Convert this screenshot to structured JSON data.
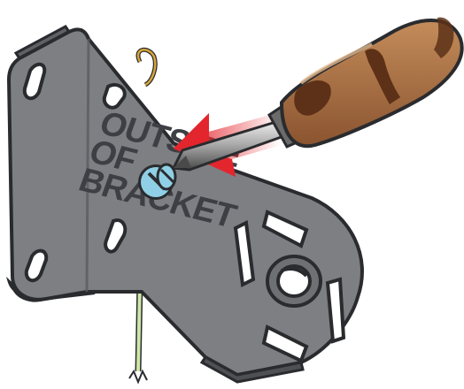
{
  "illustration": {
    "bracket_text": {
      "line1": "OUTSIDE",
      "line2": "OF",
      "line3": "BRACKET"
    },
    "colors": {
      "bracket_face": "#7d7f83",
      "bracket_side": "#5f6165",
      "bracket_edge": "#2a2b2e",
      "screw": "#8fd0e6",
      "arrow": "#e3262d",
      "handle_light": "#b27a4b",
      "handle_dark": "#5c3117",
      "wire": "#cfe7a8",
      "ring": "#d8a53a"
    },
    "icons": [
      "screwdriver-icon",
      "arrow-icon",
      "screw-icon",
      "bracket-icon",
      "wire-icon"
    ]
  }
}
